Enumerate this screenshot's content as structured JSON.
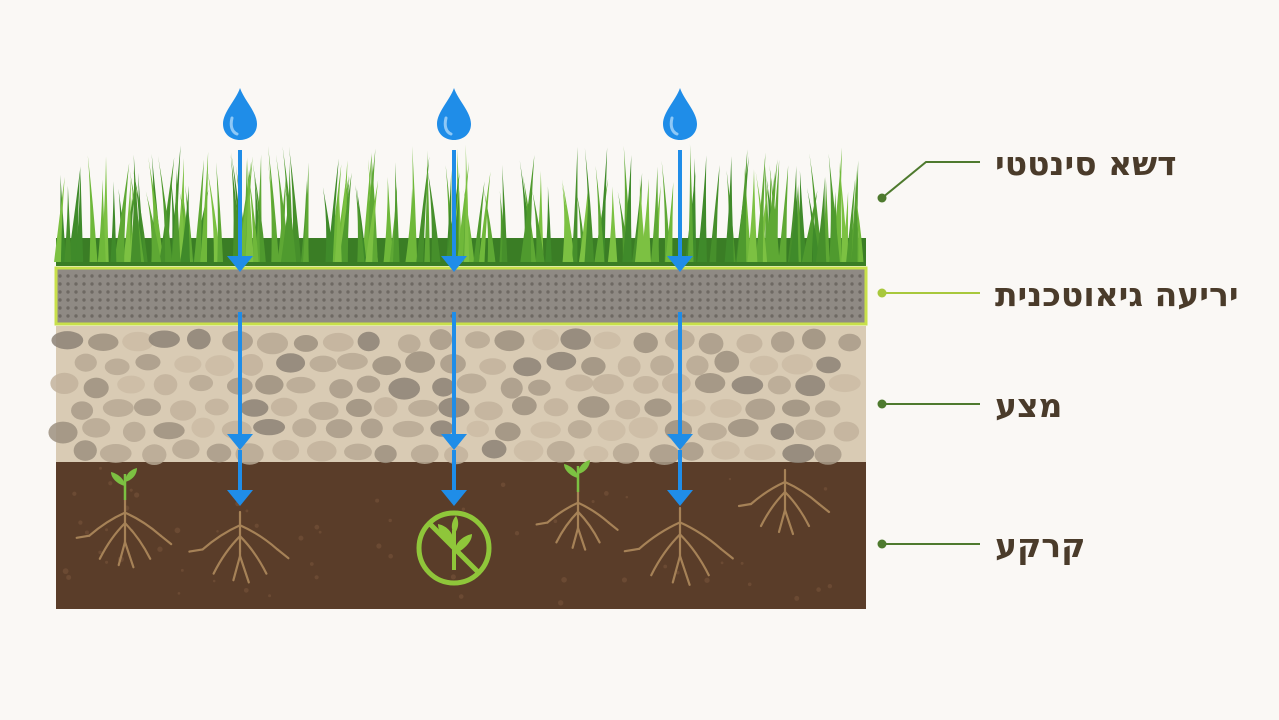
{
  "layers": [
    {
      "key": "turf",
      "label": "דשא סינטטי",
      "color": "#4a8c2a"
    },
    {
      "key": "geotextile",
      "label": "יריעה גיאוטכנית",
      "color": "#a8c83c"
    },
    {
      "key": "gravel",
      "label": "מצע",
      "color": "#4e7a2e"
    },
    {
      "key": "soil",
      "label": "קרקע",
      "color": "#4e7a2e"
    }
  ],
  "colors": {
    "water": "#1f8de8",
    "grass_dark": "#3f8a2a",
    "grass_light": "#6fb83a",
    "fabric": "#8f8a84",
    "fabric_border": "#c8e04a",
    "gravel_bg": "#d9cbb4",
    "soil": "#5a3d29",
    "root": "#a68257",
    "no_weed": "#8fc63a"
  },
  "icons": [
    "water-drop-icon",
    "down-arrow-icon",
    "seedling-icon",
    "roots-icon",
    "no-weed-icon"
  ]
}
